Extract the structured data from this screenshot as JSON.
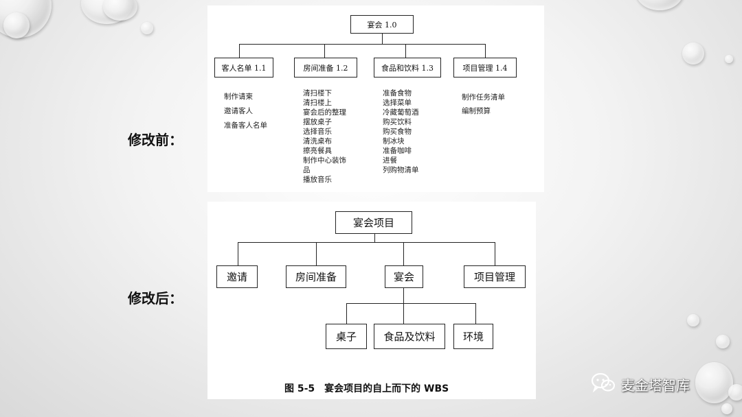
{
  "labels": {
    "before": "修改前：",
    "after": "修改后："
  },
  "before_wbs": {
    "root": "宴会 1.0",
    "branches": [
      {
        "title": "客人名单 1.1",
        "items": [
          "制作请柬",
          "邀请客人",
          "准备客人名单"
        ]
      },
      {
        "title": "房间准备 1.2",
        "items": [
          "清扫楼下",
          "清扫楼上",
          "宴会后的整理",
          "摆放桌子",
          "选择音乐",
          "清洗桌布",
          "擦亮餐具",
          "制作中心装饰",
          "品",
          "播放音乐"
        ]
      },
      {
        "title": "食品和饮料 1.3",
        "items": [
          "准备食物",
          "选择菜单",
          "冷藏葡萄酒",
          "购买饮料",
          "购买食物",
          "制冰块",
          "准备咖啡",
          "进餐",
          "列购物清单"
        ]
      },
      {
        "title": "项目管理 1.4",
        "items": [
          "制作任务清单",
          "编制预算"
        ]
      }
    ]
  },
  "after_wbs": {
    "root": "宴会项目",
    "level1": [
      "邀请",
      "房间准备",
      "宴会",
      "项目管理"
    ],
    "level2": [
      "桌子",
      "食品及饮料",
      "环境"
    ],
    "caption": "图 5-5　宴会项目的自上而下的 WBS"
  },
  "brand": {
    "name": "麦金塔智库",
    "icon": "wechat-icon"
  }
}
